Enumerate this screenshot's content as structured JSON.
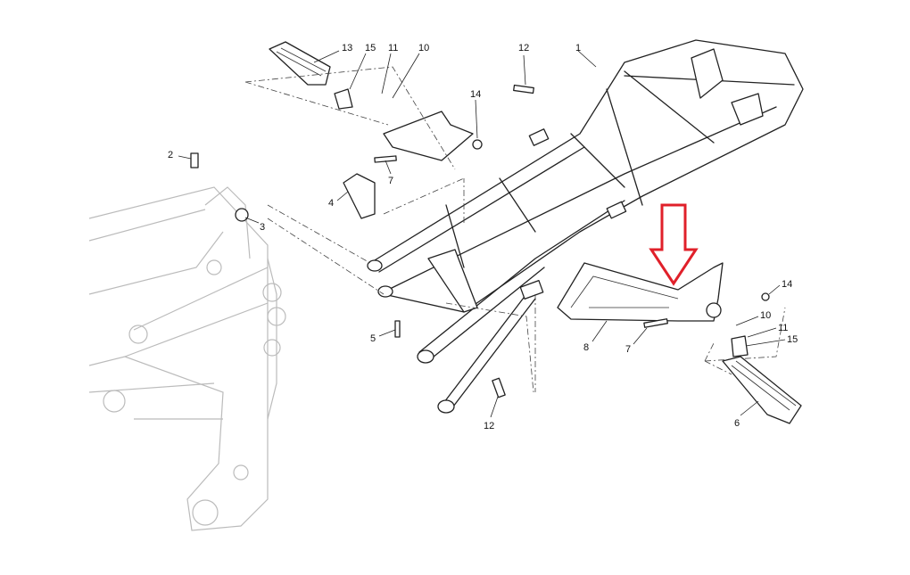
{
  "diagram": {
    "title": "Rear subframe and footpeg assembly exploded view",
    "callouts": [
      "13",
      "15",
      "11",
      "10",
      "12",
      "1",
      "14",
      "2",
      "3",
      "4",
      "7",
      "5",
      "12",
      "8",
      "7",
      "14",
      "10",
      "11",
      "15",
      "6"
    ],
    "highlight_color": "#e0202a"
  }
}
